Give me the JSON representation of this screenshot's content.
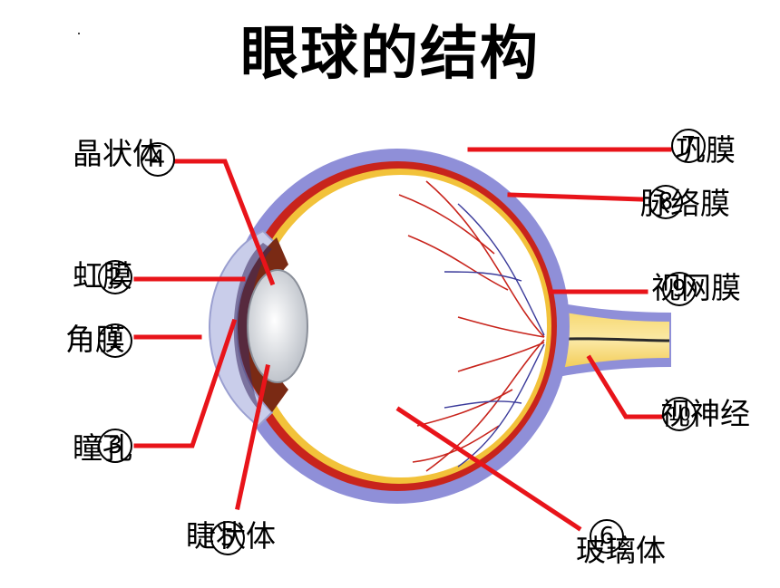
{
  "title": "眼球的结构",
  "labels": {
    "lens": "晶状体",
    "iris": "虹膜",
    "cornea": "角膜",
    "pupil": "瞳孔",
    "ciliary_body": "睫状体",
    "sclera": "巩膜",
    "choroid": "脉络膜",
    "retina": "视网膜",
    "optic_nerve": "视神经",
    "vitreous_body": "玻璃体"
  },
  "numbers": {
    "lens": "4",
    "iris": "2",
    "cornea": "1",
    "pupil": "3",
    "ciliary_body": "5",
    "sclera": "7",
    "choroid": "8",
    "retina": "9",
    "optic_nerve": "10",
    "vitreous_body": "6"
  },
  "colors": {
    "leader_line": "#e8141a",
    "sclera": "#8f8fd8",
    "choroid": "#c8241c",
    "retina": "#f2c23a",
    "cornea": "#c9cdea",
    "lens": "#dfe3e8",
    "optic_nerve": "#f3cf5a"
  }
}
